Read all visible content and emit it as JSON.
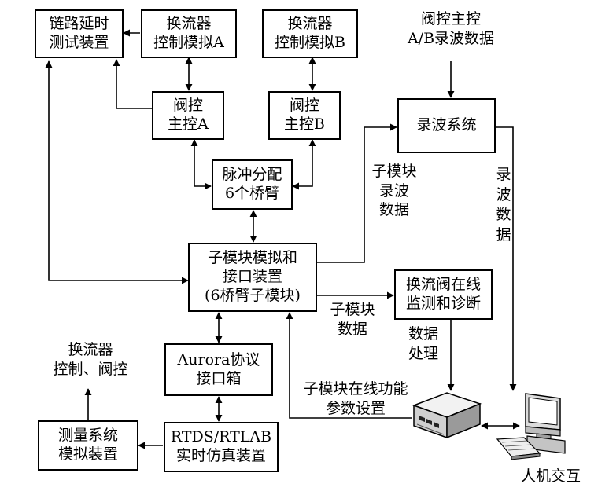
{
  "boxes": {
    "link_delay": [
      "链路延时",
      "测试装置"
    ],
    "converter_ctrl_a": [
      "换流器",
      "控制模拟A"
    ],
    "converter_ctrl_b": [
      "换流器",
      "控制模拟B"
    ],
    "valve_ctrl_a": [
      "阀控",
      "主控A"
    ],
    "valve_ctrl_b": [
      "阀控",
      "主控B"
    ],
    "pulse_dist": [
      "脉冲分配",
      "6个桥臂"
    ],
    "submodule_sim": [
      "子模块模拟和",
      "接口装置",
      "(6桥臂子模块)"
    ],
    "recorder": [
      "录波系统"
    ],
    "online_monitor": [
      "换流阀在线",
      "监测和诊断"
    ],
    "aurora": [
      "Aurora协议",
      "接口箱"
    ],
    "rtds": [
      "RTDS/RTLAB",
      "实时仿真装置"
    ],
    "measurement": [
      "测量系统",
      "模拟装置"
    ]
  },
  "labels": {
    "valve_ab_data": [
      "阀控主控",
      "A/B录波数据"
    ],
    "sm_wave_data": [
      "子模块",
      "录波",
      "数据"
    ],
    "wave_data": [
      "录",
      "波",
      "数",
      "据"
    ],
    "sm_data": [
      "子模块",
      "数据"
    ],
    "data_proc": [
      "数据",
      "处理"
    ],
    "sm_param": [
      "子模块在线功能",
      "参数设置"
    ],
    "conv_valve_ctrl": [
      "换流器",
      "控制、阀控"
    ],
    "hmi": [
      "人机交互"
    ]
  }
}
